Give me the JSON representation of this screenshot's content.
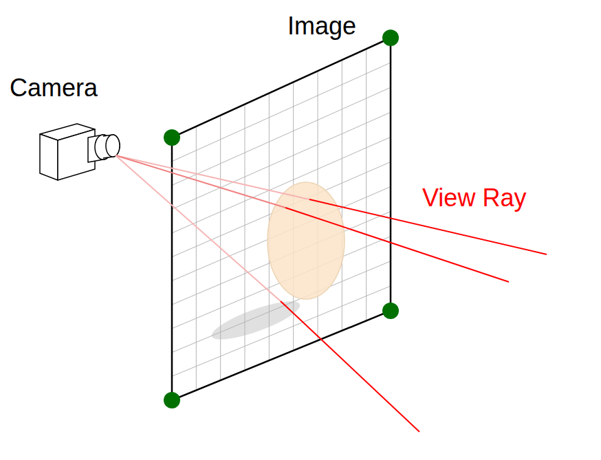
{
  "diagram": {
    "labels": [
      "Image",
      "Camera",
      "View Ray"
    ]
  }
}
